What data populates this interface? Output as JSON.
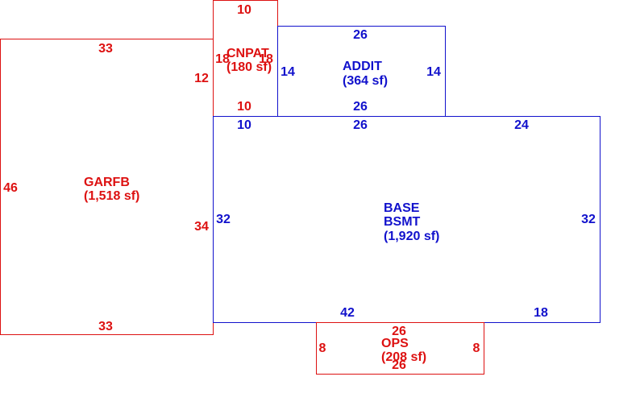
{
  "colors": {
    "red": "#dd1111",
    "blue": "#1111cc",
    "background": "#ffffff"
  },
  "areas": {
    "garfb": {
      "code": "GARFB",
      "area": "(1,518 sf)"
    },
    "cnpat": {
      "code": "CNPAT",
      "area": "(180 sf)"
    },
    "addit": {
      "code": "ADDIT",
      "area": "(364 sf)"
    },
    "base": {
      "code": "BASE",
      "code2": "BSMT",
      "area": "(1,920 sf)"
    },
    "ops": {
      "code": "OPS",
      "area": "(208 sf)"
    }
  },
  "dimensions": {
    "garfb_top": "33",
    "garfb_left": "46",
    "garfb_right": "34",
    "garfb_bottom": "33",
    "garfb_step": "12",
    "cnpat_top": "10",
    "cnpat_left": "18",
    "cnpat_right": "18",
    "cnpat_bottom": "10",
    "addit_top": "26",
    "addit_left": "14",
    "addit_right": "14",
    "addit_bottom": "26",
    "base_top_left": "10",
    "base_top_mid": "26",
    "base_top_right": "24",
    "base_left": "32",
    "base_right": "32",
    "base_bottom_left": "42",
    "base_bottom_right": "18",
    "ops_top": "26",
    "ops_left": "8",
    "ops_right": "8",
    "ops_bottom": "26"
  }
}
